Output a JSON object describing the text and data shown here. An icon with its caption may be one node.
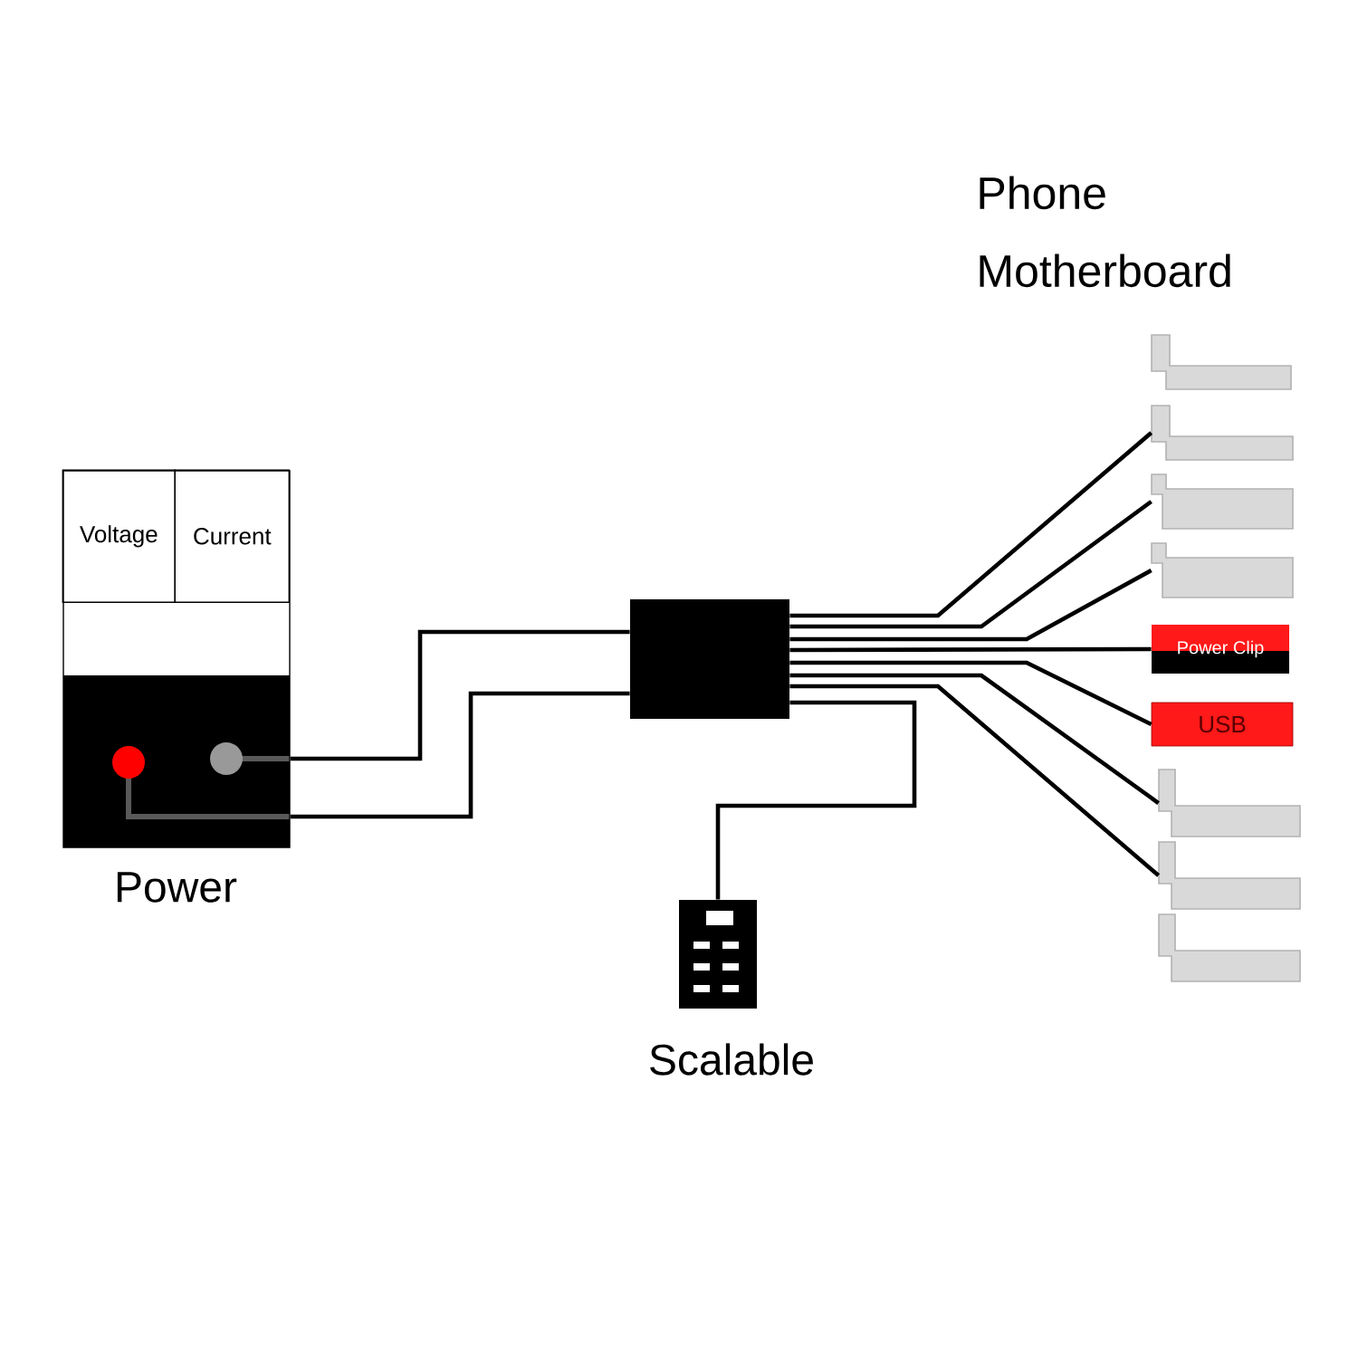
{
  "diagram": {
    "nodes": [
      {
        "text": [],
        "shape": "box",
        "beside": [
          "Power"
        ]
      },
      {
        "text": [
          "Voltage"
        ],
        "in": 0
      },
      {
        "text": [
          "Current"
        ],
        "in": 0
      },
      {
        "text": [],
        "shape": "box"
      },
      {
        "text": [],
        "shape": "box",
        "beside": [
          "Scalable"
        ]
      },
      {
        "text": [],
        "shape": "box"
      },
      {
        "text": [],
        "shape": "box"
      },
      {
        "text": [],
        "shape": "box"
      },
      {
        "text": [],
        "shape": "box"
      },
      {
        "text": [
          "Power Clip"
        ]
      },
      {
        "text": [
          "USB"
        ]
      },
      {
        "text": [],
        "shape": "box"
      },
      {
        "text": [],
        "shape": "box"
      },
      {
        "text": [],
        "shape": "box"
      }
    ],
    "edges": [
      {
        "from": 0,
        "to": 3,
        "arrow": "none"
      },
      {
        "from": 0,
        "to": 3,
        "arrow": "none"
      },
      {
        "from": 3,
        "to": 4,
        "arrow": "none"
      },
      {
        "from": 3,
        "to": 6,
        "arrow": "none"
      },
      {
        "from": 3,
        "to": 7,
        "arrow": "none"
      },
      {
        "from": 3,
        "to": 8,
        "arrow": "none"
      },
      {
        "from": 3,
        "to": 9,
        "arrow": "none"
      },
      {
        "from": 3,
        "to": 10,
        "arrow": "none"
      },
      {
        "from": 3,
        "to": 11,
        "arrow": "none"
      },
      {
        "from": 3,
        "to": 12,
        "arrow": "none"
      }
    ],
    "labels": [
      "Phone Motherboard"
    ]
  }
}
